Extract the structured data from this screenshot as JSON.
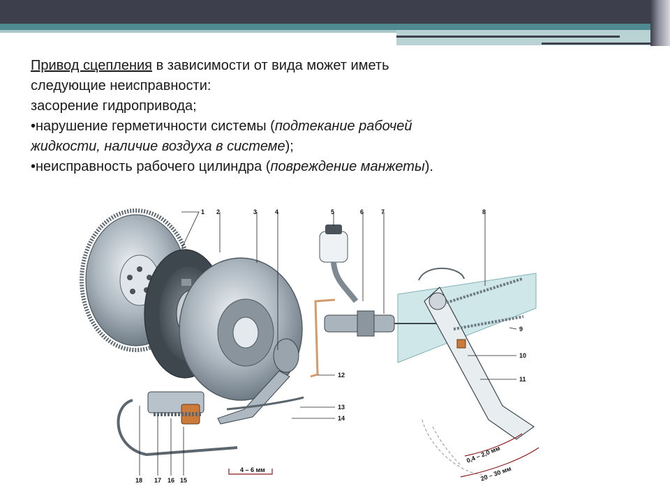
{
  "heading": {
    "link_text": "Привод сцепления",
    "line1_rest": " в зависимости от вида может иметь",
    "line2": "следующие неисправности:",
    "line3": "засорение гидропривода;",
    "item1_start": "•нарушение герметичности системы (",
    "item1_italic_a": "подтекание рабочей",
    "item1_italic_b": "жидкости, наличие воздуха в системе",
    "item1_end": ");",
    "item2_start": "•неисправность рабочего цилиндра (",
    "item2_italic": "повреждение манжеты",
    "item2_end": ")."
  },
  "diagram": {
    "callouts": [
      "1",
      "2",
      "3",
      "4",
      "5",
      "6",
      "7",
      "8",
      "9",
      "10",
      "11",
      "12",
      "13",
      "14",
      "15",
      "16",
      "17",
      "18"
    ],
    "dim_a": "4 – 6 мм",
    "dim_b": "0,4 – 2,0 мм",
    "dim_c": "20 – 30 мм"
  },
  "colors": {
    "topbar": "#3e3f4d",
    "teal": "#4f8a90",
    "panel": "#cfe7e8",
    "metal": "#a9b4bd",
    "pipe": "#d59a6b",
    "spring": "#bcd6d8"
  }
}
